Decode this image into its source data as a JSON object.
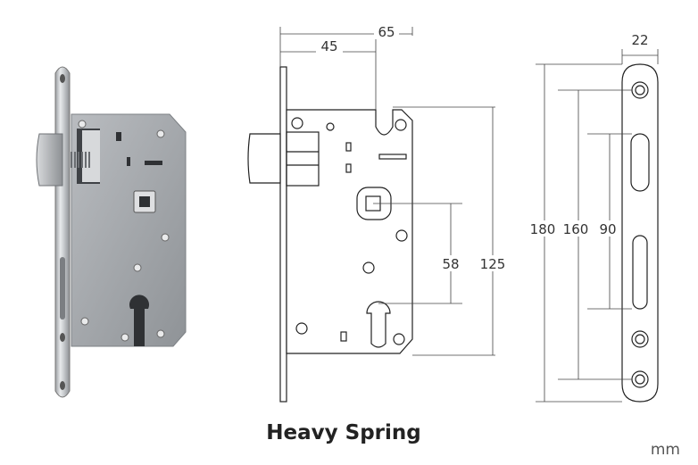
{
  "caption": "Heavy Spring",
  "unit": "mm",
  "dimensions": {
    "backset": "45",
    "case_depth": "65",
    "faceplate_width": "22",
    "faceplate_length": "180",
    "fixing_holes_distance": "160",
    "latch_height": "90",
    "centre_distance": "58",
    "case_height": "125"
  }
}
